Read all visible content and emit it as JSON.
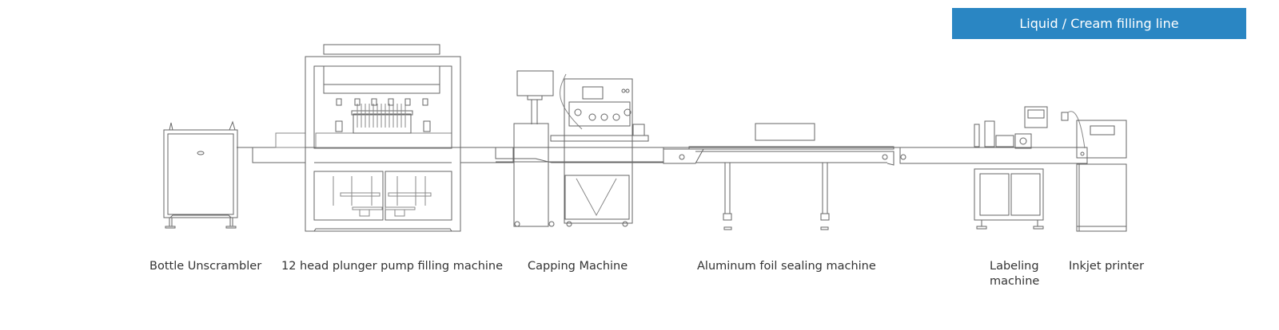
{
  "title": "Liquid / Cream filling line",
  "colors": {
    "banner_bg": "#2a86c3",
    "banner_text": "#ffffff",
    "line_art": "#666666",
    "label_text": "#333333"
  },
  "machines": [
    {
      "id": "bottle-unscrambler",
      "label": "Bottle Unscrambler"
    },
    {
      "id": "filling-machine",
      "label": "12 head plunger pump filling machine"
    },
    {
      "id": "capping-machine",
      "label": "Capping Machine"
    },
    {
      "id": "foil-sealing-machine",
      "label": "Aluminum foil sealing machine"
    },
    {
      "id": "labeling-machine",
      "label_line1": "Labeling",
      "label_line2": "machine"
    },
    {
      "id": "inkjet-printer",
      "label": "Inkjet printer"
    }
  ]
}
